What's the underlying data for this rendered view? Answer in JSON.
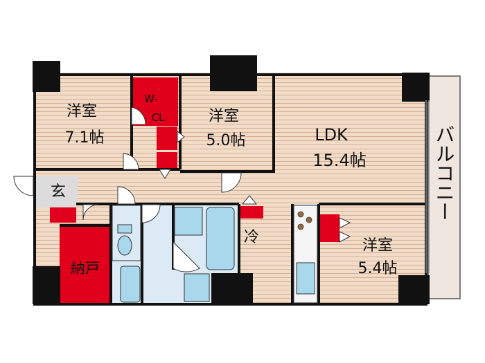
{
  "rooms": {
    "western1": {
      "name": "洋室",
      "size": "7.1帖"
    },
    "walkin": {
      "line1": "W-",
      "line2": "CL"
    },
    "western2": {
      "name": "洋室",
      "size": "5.0帖"
    },
    "ldk": {
      "name": "LDK",
      "size": "15.4帖"
    },
    "balcony": {
      "name": "バルコニー"
    },
    "entrance": {
      "name": "玄"
    },
    "storage": {
      "name": "納戸"
    },
    "fridge": {
      "name": "冷"
    },
    "western3": {
      "name": "洋室",
      "size": "5.4帖"
    }
  },
  "colors": {
    "wood": "#f2dcc8",
    "wood_line": "#c9a68a",
    "wall": "#111111",
    "closet": "#e0001b",
    "wet_area": "#dbeaf5",
    "fixture": "#a9d7ec",
    "entrance_floor": "#dcdcdc",
    "balcony": "#eee6df"
  },
  "icons": [
    "door-swing-icon",
    "sink-icon",
    "toilet-icon",
    "bathtub-icon",
    "stove-icon"
  ]
}
